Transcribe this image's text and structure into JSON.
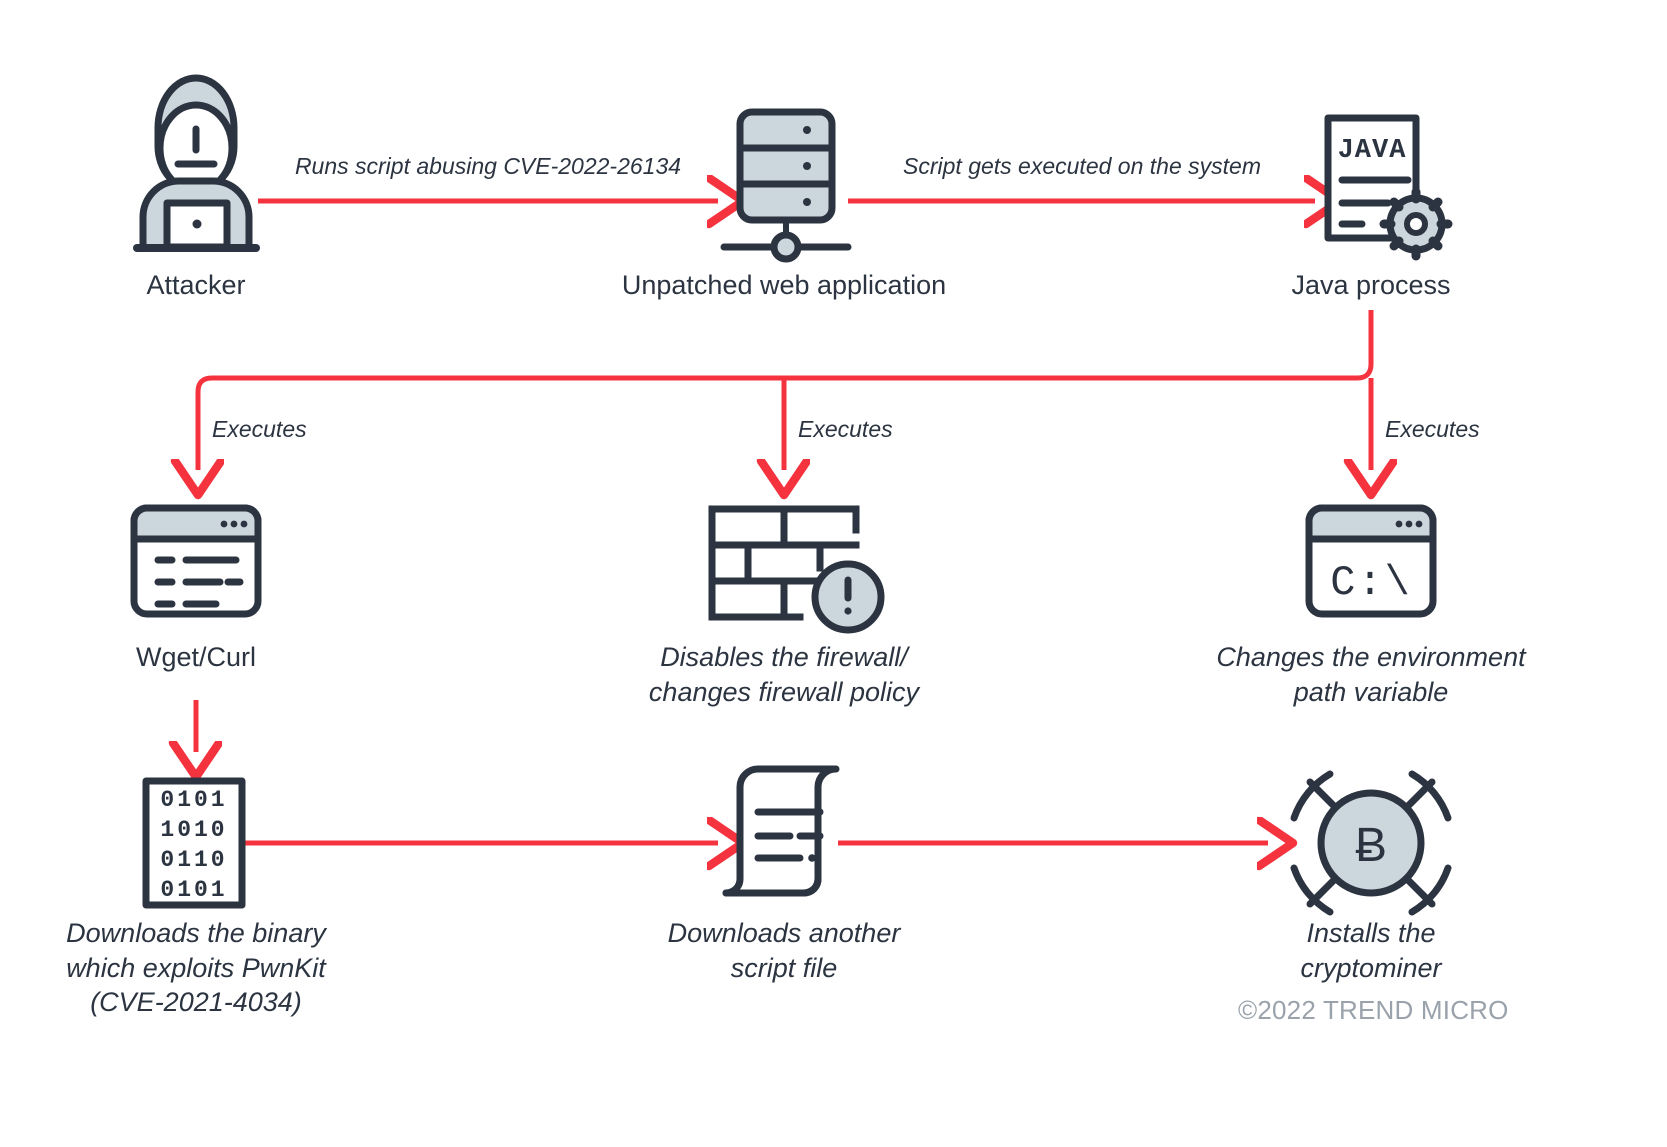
{
  "meta": {
    "title": "Infection chain diagram",
    "copyright": "©2022 TREND MICRO",
    "background": "#ffffff"
  },
  "colors": {
    "stroke": "#2b3440",
    "fill_light": "#ccd6dd",
    "arrow_red": "#f5333f",
    "text": "#2b3440",
    "copyright_text": "#9aa2ab"
  },
  "nodes": {
    "attacker": {
      "label": "Attacker",
      "icon": "attacker-hoodie-laptop-icon",
      "italic": false
    },
    "webapp": {
      "label": "Unpatched web application",
      "icon": "server-rack-icon",
      "italic": false
    },
    "java": {
      "label": "Java process",
      "icon": "java-document-gear-icon",
      "italic": false,
      "doc_text": "JAVA"
    },
    "wget": {
      "label": "Wget/Curl",
      "icon": "browser-window-code-icon",
      "italic": false
    },
    "firewall": {
      "label": "Disables the firewall/\nchanges firewall policy",
      "icon": "brick-wall-warning-icon",
      "italic": true
    },
    "envpath": {
      "label": "Changes the environment\npath variable",
      "icon": "terminal-window-icon",
      "italic": true,
      "prompt_text": "C:\\"
    },
    "binary": {
      "label": "Downloads the binary\nwhich exploits PwnKit\n(CVE-2021-4034)",
      "icon": "binary-data-icon",
      "italic": true,
      "binary_rows": [
        "0101",
        "1010",
        "0110",
        "0101"
      ]
    },
    "scriptfile": {
      "label": "Downloads another\nscript file",
      "icon": "scroll-script-icon",
      "italic": true
    },
    "cryptominer": {
      "label": "Installs the\ncryptominer",
      "icon": "bitcoin-coin-icon",
      "italic": true,
      "coin_symbol": "Ƀ"
    }
  },
  "edges": {
    "attacker_to_webapp": "Runs script abusing CVE-2022-26134",
    "webapp_to_java": "Script gets executed on the system",
    "java_to_wget": "Executes",
    "java_to_firewall": "Executes",
    "java_to_envpath": "Executes"
  }
}
